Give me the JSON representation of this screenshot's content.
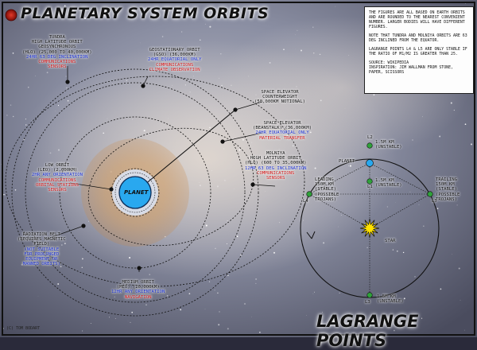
{
  "title": "PLANETARY SYSTEM ORBITS",
  "lagrange_title": "LAGRANGE POINTS",
  "credit": "(C) TOM BODART",
  "planet_label": "PLANET",
  "notes": [
    "THE FIGURES ARE ALL BASED ON EARTH ORBITS AND ARE ROUNDED TO THE NEAREST CONVENIENT NUMBER. LARGER BODIES WILL HAVE DIFFERENT FIGURES.",
    "NOTE THAT TUNDRA AND MOLNIYA ORBITS ARE 63 DEG INCLINED FROM THE EQUATOR.",
    "LAGRANGE POINTS L4 & L5 ARE ONLY STABLE IF THE RATIO OF M1/M2 IS GREATER THAN 25.",
    "SOURCE: WIKIPEDIA\nINSPIRATION: JIM WALLMAN FROM STONE, PAPER, SCISSORS"
  ],
  "orbits": {
    "tundra": {
      "lines": [
        "TUNDRA",
        "HIGH LATITUDE ORBIT",
        "GEOSYNCHRONOUS",
        "(HLO) (25,000 TO 40,000KM)"
      ],
      "blue": "24HR 63 DEG INCLINATION",
      "red": [
        "COMMUNICATIONS",
        "SENSORS"
      ]
    },
    "geo": {
      "lines": [
        "GEOSTATIONARY ORBIT",
        "(GSO) (36,000KM)"
      ],
      "blue": "24HR EQUATORIAL ONLY",
      "red": [
        "COMMUNICATIONS",
        "CLIMATE OBSERVATION"
      ]
    },
    "counterweight": {
      "lines": [
        "SPACE ELEVATOR",
        "COUNTERWEIGHT",
        "(50,000KM NOTIONAL)"
      ]
    },
    "beanstalk": {
      "lines": [
        "SPACE ELEVATOR",
        "(BEANSTALK) (36,000KM)"
      ],
      "blue": "24HR EQUATORIAL ONLY",
      "red": [
        "MATERIAL TRANSFER"
      ]
    },
    "molniya": {
      "lines": [
        "MOLNIYA",
        "HIGH LATITUDE ORBIT",
        "(HLO) (600 TO 35,000KM)"
      ],
      "blue": "12HR 63 DEG INCLINATION",
      "red": [
        "COMMUNICATIONS",
        "SENSORS"
      ]
    },
    "leo": {
      "lines": [
        "LOW ORBIT",
        "(LEO) (2,000KM)"
      ],
      "blue": "2HR ANY ORIENTATION",
      "red": [
        "COMMUNICATIONS",
        "ORBITAL STATIONS",
        "SENSORS"
      ]
    },
    "belt": {
      "lines": [
        "RADIATION BELT",
        "(REQUIRES MAGNETIC",
        "FIELD)"
      ],
      "blue_lines": [
        "(NOT SUITABLE",
        "FOR PROLONGED",
        "EQUIPMENT OR",
        "MANNED ORBITS)"
      ]
    },
    "meo": {
      "lines": [
        "MEDIUM ORBIT",
        "(MEO) (20,000KM)"
      ],
      "blue": "12HR ANY ORIENTATION",
      "red": [
        "NAVIGATION"
      ]
    }
  },
  "lagrange": {
    "planet": "PLANET",
    "star": "STAR",
    "l1": {
      "name": "L1",
      "lines": [
        "1.5M KM",
        "(UNSTABLE)"
      ]
    },
    "l2": {
      "name": "L2",
      "lines": [
        "1.5M KM",
        "(UNSTABLE)"
      ]
    },
    "l3": {
      "name": "L3",
      "lines": [
        "1.5M KM",
        "(UNSTABLE)"
      ]
    },
    "l4": {
      "name": "L4",
      "lines": [
        "LEADING",
        "150M KM",
        "(STABLE)",
        "(POSSIBLE",
        "TROJANS)"
      ]
    },
    "l5": {
      "name": "L5",
      "lines": [
        "TRAILING",
        "150M KM",
        "(STABLE)",
        "(POSSIBLE",
        "TROJANS)"
      ]
    }
  },
  "colors": {
    "blue_text": "#1a2fd0",
    "red_text": "#d41a1a",
    "planet": "#29a8ef",
    "lagrange_point": "#2fa23a",
    "star": "#ffe000",
    "belt": "#c88a4a",
    "logo": "#b3140f"
  }
}
